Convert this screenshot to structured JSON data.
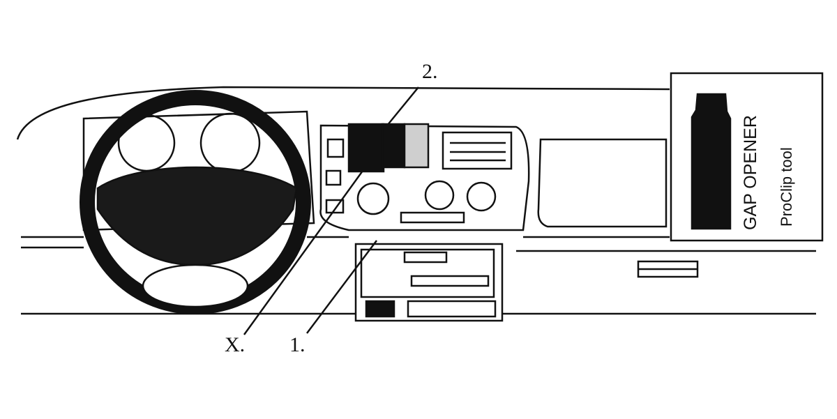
{
  "labels": {
    "point_2": "2.",
    "point_x": "X.",
    "point_1": "1."
  },
  "tool_box": {
    "title": "GAP OPENER",
    "subtitle": "ProClip tool"
  },
  "colors": {
    "ink": "#111111",
    "background": "#ffffff",
    "clip_gray": "#cfcfcf"
  }
}
